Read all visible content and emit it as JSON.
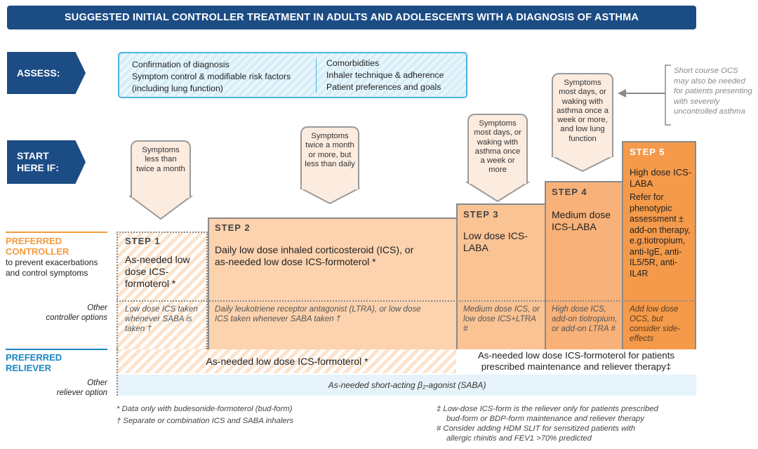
{
  "title": "SUGGESTED INITIAL CONTROLLER TREATMENT IN ADULTS AND ADOLESCENTS WITH A DIAGNOSIS OF ASTHMA",
  "assess": {
    "label": "ASSESS:",
    "left_items": [
      "Confirmation of diagnosis",
      "Symptom control & modifiable risk factors",
      "(including lung function)"
    ],
    "right_items": [
      "Comorbidities",
      "Inhaler technique & adherence",
      "Patient preferences and goals"
    ]
  },
  "start": {
    "label_line1": "START",
    "label_line2": "HERE IF:"
  },
  "callouts": [
    "Symptoms less than twice a month",
    "Symptoms twice a month or more, but less than daily",
    "Symptoms most days, or waking with asthma once a week or more",
    "Symptoms most days, or waking with asthma once a week or more, and low lung function"
  ],
  "ocs_note": "Short course OCS may also be needed for patients presenting with severely uncontrolled asthma",
  "left_labels": {
    "preferred_controller_1": "PREFERRED",
    "preferred_controller_2": "CONTROLLER",
    "preferred_controller_sub": "to prevent exacerbations and control symptoms",
    "other_controller_1": "Other",
    "other_controller_2": "controller options",
    "preferred_reliever_1": "PREFERRED",
    "preferred_reliever_2": "RELIEVER",
    "other_reliever_1": "Other",
    "other_reliever_2": "reliever option"
  },
  "steps": [
    {
      "name": "STEP 1",
      "preferred": "As-needed low dose ICS-formoterol *",
      "other": "Low dose ICS taken whenever SABA is taken †"
    },
    {
      "name": "STEP 2",
      "preferred": "Daily low dose inhaled corticosteroid (ICS), or as-needed low dose ICS-formoterol *",
      "other": "Daily leukotriene receptor antagonist (LTRA), or low dose ICS taken whenever SABA taken †"
    },
    {
      "name": "STEP 3",
      "preferred": "Low dose ICS-LABA",
      "other": "Medium dose ICS, or low dose ICS+LTRA #"
    },
    {
      "name": "STEP 4",
      "preferred": "Medium dose ICS-LABA",
      "other": "High dose ICS, add-on tiotropium, or add-on LTRA #"
    },
    {
      "name": "STEP 5",
      "preferred": "High dose ICS-LABA",
      "preferred_extra": "Refer for phenotypic assessment ± add-on therapy, e.g.tiotropium, anti-IgE, anti-IL5/5R, anti-IL4R",
      "other": "Add low dose OCS, but consider side-effects"
    }
  ],
  "reliever": {
    "left": "As-needed low dose ICS-formoterol *",
    "right": "As-needed low dose ICS-formoterol  for patients prescribed maintenance and reliever therapy‡",
    "other": "As-needed short-acting β₂-agonist (SABA)"
  },
  "footnotes": {
    "star": "* Data only with budesonide-formoterol (bud-form)",
    "dagger": "† Separate or combination ICS and SABA inhalers",
    "ddagger_1": "‡ Low-dose ICS-form is the reliever only for patients prescribed",
    "ddagger_2": "bud-form or BDP-form maintenance and reliever therapy",
    "hash_1": "# Consider adding HDM SLIT for sensitized patients with",
    "hash_2": "allergic rhinitis and FEV1 >70% predicted"
  },
  "colors": {
    "navy": "#1b4c84",
    "assess_border": "#4ab3dc",
    "step1_stripe": "#fde3cc",
    "step2": "#fcd3ae",
    "step3": "#fac394",
    "step4": "#f8b178",
    "step5": "#f49a4a",
    "reliever_bg": "#e6f3fa",
    "label_orange": "#f29b3c",
    "label_blue": "#1b86c4"
  }
}
